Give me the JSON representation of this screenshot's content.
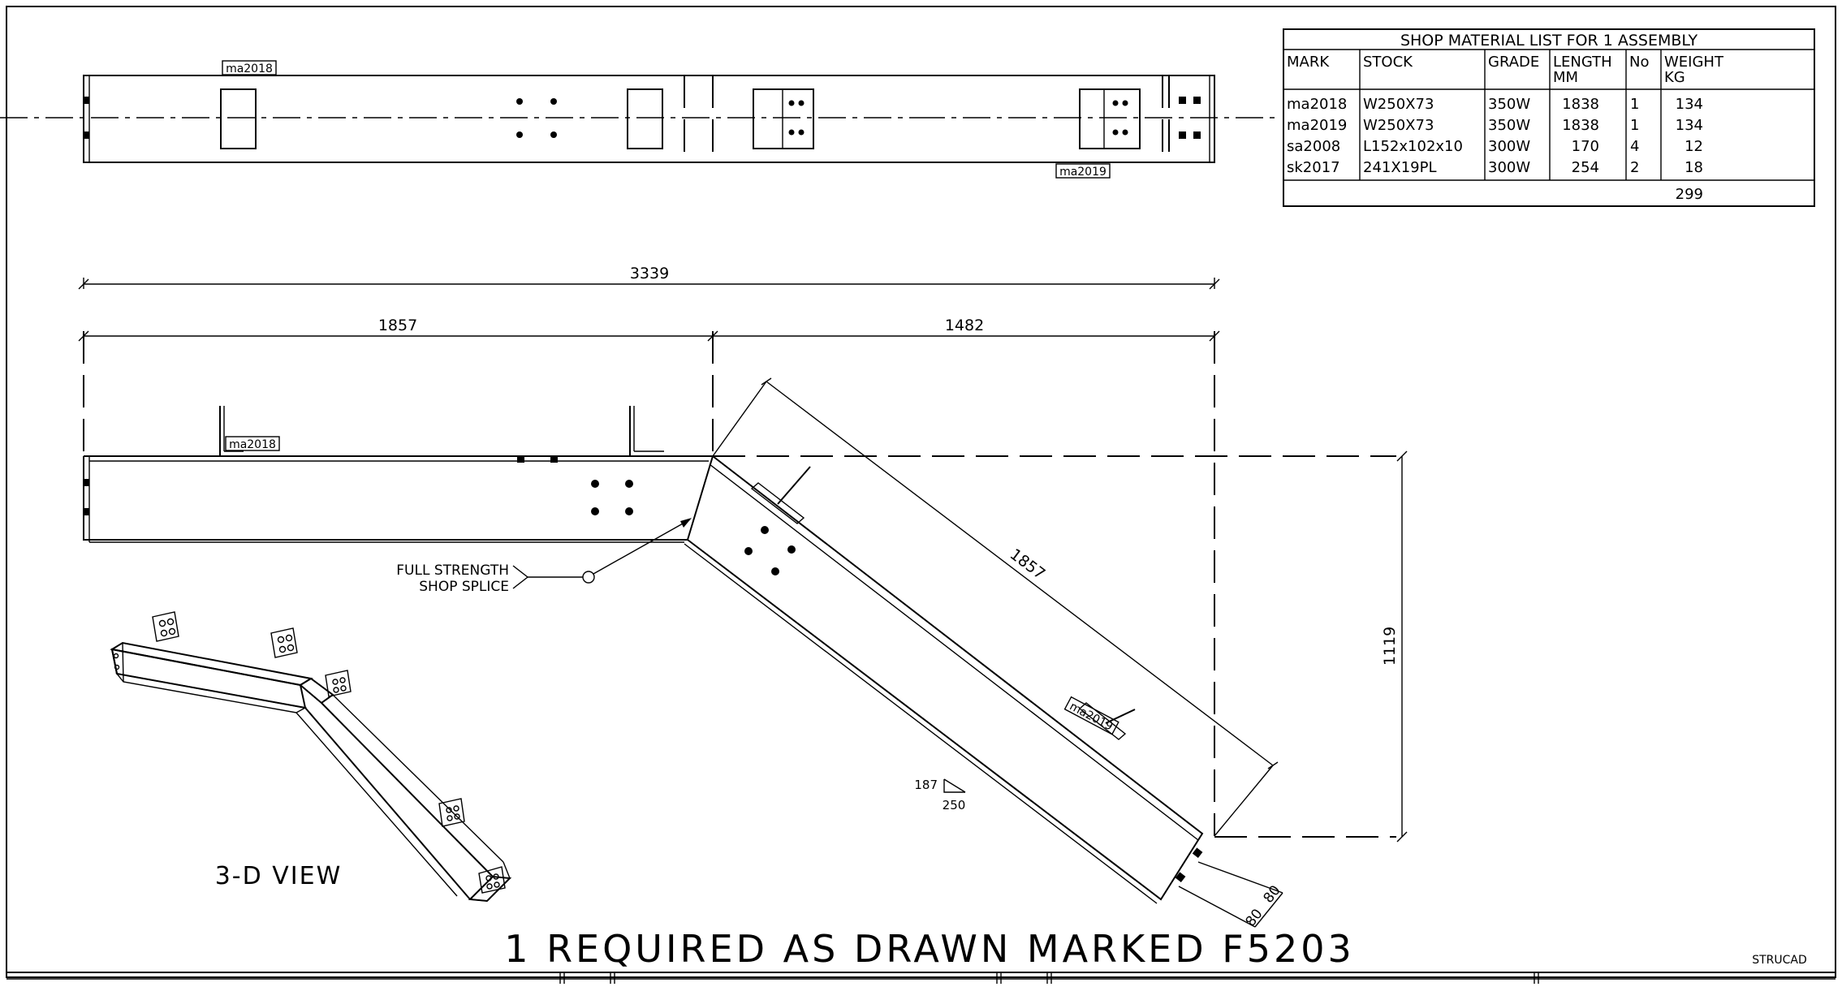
{
  "material_list": {
    "title": "SHOP MATERIAL LIST FOR 1 ASSEMBLY",
    "headers": [
      "MARK",
      "STOCK",
      "GRADE",
      "LENGTH",
      "No",
      "WEIGHT"
    ],
    "header_units": [
      "",
      "",
      "",
      "MM",
      "",
      "KG"
    ],
    "rows": [
      [
        "ma2018",
        "W250X73",
        "350W",
        "1838",
        "1",
        "134"
      ],
      [
        "ma2019",
        "W250X73",
        "350W",
        "1838",
        "1",
        "134"
      ],
      [
        "sa2008",
        "L152x102x10",
        "300W",
        "170",
        "4",
        "12"
      ],
      [
        "sk2017",
        "241X19PL",
        "300W",
        "254",
        "2",
        "18"
      ]
    ],
    "total_weight": "299"
  },
  "marks": {
    "plan_left": "ma2018",
    "plan_right": "ma2019",
    "elev_left": "ma2018",
    "elev_right": "ma2019"
  },
  "dimensions": {
    "overall": "3339",
    "left": "1857",
    "right": "1482",
    "inclined": "1857",
    "vertical": "1119",
    "end_offset_a": "80",
    "end_offset_b": "80"
  },
  "slope": {
    "rise": "187",
    "run": "250"
  },
  "notes": {
    "splice_line1": "FULL STRENGTH",
    "splice_line2": "SHOP SPLICE",
    "view_label": "3-D VIEW",
    "required": "1 REQUIRED AS DRAWN MARKED F5203",
    "software": "STRUCAD"
  }
}
